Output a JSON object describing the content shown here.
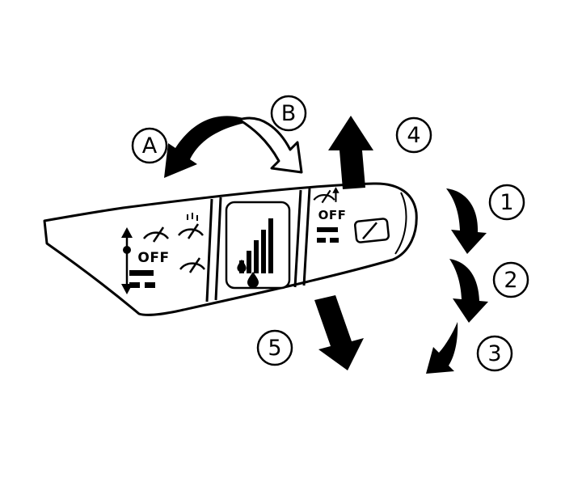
{
  "colors": {
    "ink": "#000000",
    "paper": "#ffffff"
  },
  "callouts": {
    "a": "A",
    "b": "B",
    "n1": "1",
    "n2": "2",
    "n3": "3",
    "n4": "4",
    "n5": "5"
  },
  "stalk": {
    "front_wiper_off": "OFF",
    "rear_wiper_off": "OFF"
  },
  "icons": [
    "intermittent-adjust-arrow-icon",
    "front-wiper-icon",
    "washer-spray-icon",
    "front-wiper-speed-bars",
    "rain-sensitivity-bars",
    "raindrop-icon",
    "rear-wiper-icon",
    "rear-wiper-speed-bars",
    "rear-window-wiper-icon"
  ]
}
